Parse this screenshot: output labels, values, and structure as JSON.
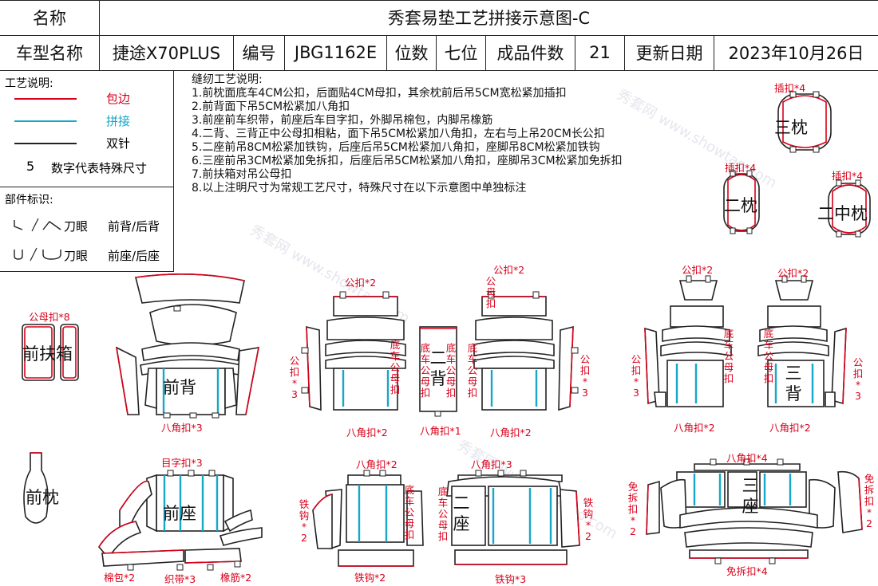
{
  "header": {
    "name_label": "名称",
    "title": "秀套易垫工艺拼接示意图-C",
    "car_label": "车型名称",
    "car_value": "捷途X70PLUS",
    "code_label": "编号",
    "code_value": "JBG1162E",
    "seat_label": "位数",
    "seat_value": "七位",
    "count_label": "成品件数",
    "count_value": "21",
    "date_label": "更新日期",
    "date_value": "2023年10月26日"
  },
  "legend": {
    "title": "工艺说明:",
    "items": [
      {
        "label": "包边",
        "color": "#d8001a"
      },
      {
        "label": "拼接",
        "color": "#16a7c9"
      },
      {
        "label": "双针",
        "color": "#222222"
      }
    ],
    "size_digit": "5",
    "size_text": "数字代表特殊尺寸",
    "parts_title": "部件标识:",
    "cut1_text": "刀眼",
    "cut1_desc": "前背/后背",
    "cut2_text": "刀眼",
    "cut2_desc": "前座/后座"
  },
  "notes": {
    "title": "缝纫工艺说明:",
    "lines": [
      "1.前枕面底车4CM公扣，后面贴4CM母扣，其余枕前后吊5CM宽松紧加插扣",
      "2.前背面下吊5CM松紧加八角扣",
      "3.前座前车织带，前座后车目字扣，外脚吊棉包，内脚吊橡筋",
      "4.二背、三背正中公母扣相粘，面下吊5CM松紧加八角扣，左右与上吊20CM长公扣",
      "5.二座前吊8CM松紧加铁钩，后座后吊5CM松紧加八角扣，座脚吊8CM松紧加铁钩",
      "6.三座前吊3CM松紧加免拆扣，后座后吊5CM松紧加八角扣，座脚吊3CM松紧加免拆扣",
      "7.前扶箱对吊公母扣",
      "8.以上注明尺寸为常规工艺尺寸，特殊尺寸在以下示意图中单独标注"
    ]
  },
  "parts": {
    "san_zhen": "三枕",
    "er_zhen": "二枕",
    "er_zhong_zhen": "二中枕",
    "qian_fu_xiang": "前扶箱",
    "qian_bei": "前背",
    "er_bei": "二背",
    "san_bei": "三背",
    "qian_zhen": "前枕",
    "qian_zuo": "前座",
    "er_zuo": "二座",
    "san_zuo": "三座"
  },
  "labels": {
    "chakou4_a": "插扣*4",
    "chakou4_b": "插扣*4",
    "chakou4_c": "插扣*4",
    "gongmukou8": "公母扣*8",
    "bajiaokou3": "八角扣*3",
    "gongkou2_a": "公扣*2",
    "gongkou3_a": "公扣*3",
    "bajiaokou2_a": "八角扣*2",
    "dichegongmukou_a": "底车公母扣",
    "dichegongmukou_b": "底车公母扣",
    "dichegongmukou_c": "底车公母扣",
    "bajiaokou1": "八角扣*1",
    "gongkou2_b": "公扣*2",
    "gongmukou_small": "公母扣",
    "bajiaokou2_b": "八角扣*2",
    "gongkou3_b": "公扣*3",
    "gongkou2_c": "公扣*2",
    "gongkou3_c": "公扣*3",
    "dichegongmukou_d": "底车公母扣",
    "bajiaokou2_c": "八角扣*2",
    "gongkou2_d": "公扣*2",
    "dichegongmukou_e": "底车公母扣",
    "gongkou3_d": "公扣*3",
    "bajiaokou2_d": "八角扣*2",
    "muzikou3": "目字扣*3",
    "mianbao2": "棉包*2",
    "zhidai3": "织带*3",
    "xiangjin2": "橡筋*2",
    "bajiaokou2_e": "八角扣*2",
    "tiegou2_a": "铁钩*2",
    "dichegongmukou_f": "底车公母扣",
    "tiegou2_b": "铁钩*2",
    "bajiaokou3_b": "八角扣*3",
    "dichegongmukou_g": "底车公母扣",
    "tiegou2_c": "铁钩*2",
    "tiegou3": "铁钩*3",
    "bajiaokou4": "八角扣*4",
    "mianchaikou2_a": "免拆扣*2",
    "mianchaikou2_b": "免拆扣*2",
    "mianchaikou4": "免拆扣*4"
  },
  "watermark": "秀套网 www.showtao.com"
}
